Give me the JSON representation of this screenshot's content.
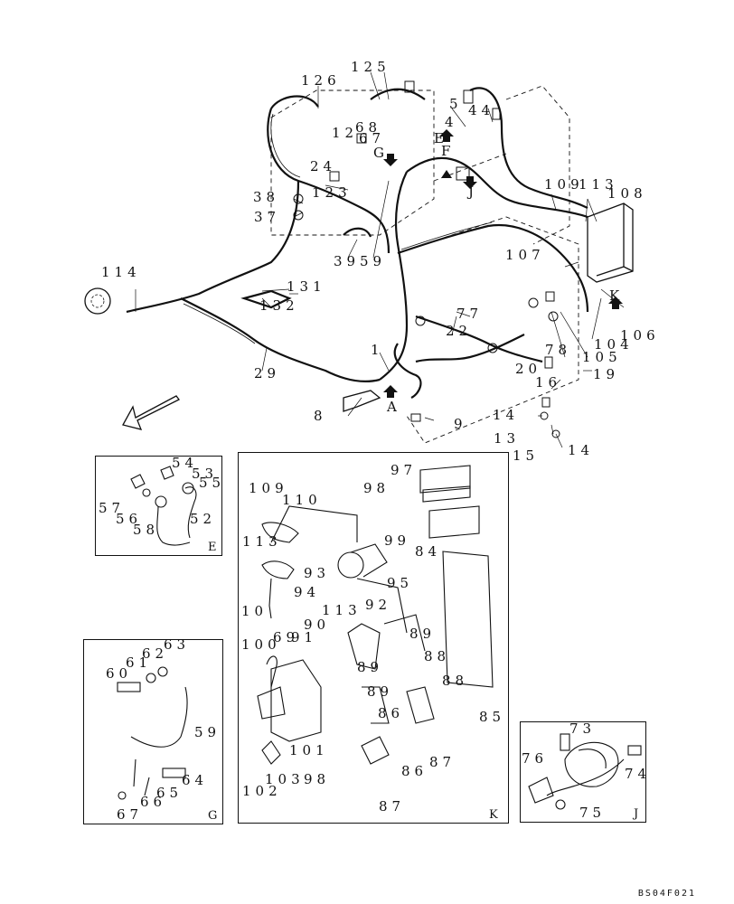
{
  "main_labels": [
    "126",
    "125",
    "5",
    "44",
    "68",
    "67",
    "12",
    "4",
    "E",
    "G",
    "F",
    "24",
    "J",
    "123",
    "38",
    "37",
    "109",
    "113",
    "108",
    "39",
    "59",
    "114",
    "131",
    "132",
    "107",
    "K",
    "29",
    "77",
    "22",
    "106",
    "78",
    "105",
    "104",
    "1",
    "20",
    "19",
    "16",
    "A",
    "8",
    "9",
    "14",
    "13",
    "15",
    "14"
  ],
  "inset_e": {
    "letter": "E",
    "labels": [
      "54",
      "53",
      "55",
      "57",
      "56",
      "58",
      "52"
    ]
  },
  "inset_k": {
    "letter": "K",
    "labels": [
      "97",
      "109",
      "110",
      "98",
      "99",
      "113",
      "93",
      "95",
      "84",
      "94",
      "92",
      "10",
      "113",
      "90",
      "89",
      "100",
      "69",
      "91",
      "89",
      "88",
      "88",
      "85",
      "89",
      "86",
      "87",
      "101",
      "86",
      "103",
      "98",
      "102",
      "87"
    ]
  },
  "inset_g": {
    "letter": "G",
    "labels": [
      "63",
      "62",
      "61",
      "60",
      "59",
      "64",
      "66",
      "65",
      "67"
    ]
  },
  "inset_j": {
    "letter": "J",
    "labels": [
      "73",
      "76",
      "74",
      "75"
    ]
  },
  "drawing_code": "BS04F021"
}
